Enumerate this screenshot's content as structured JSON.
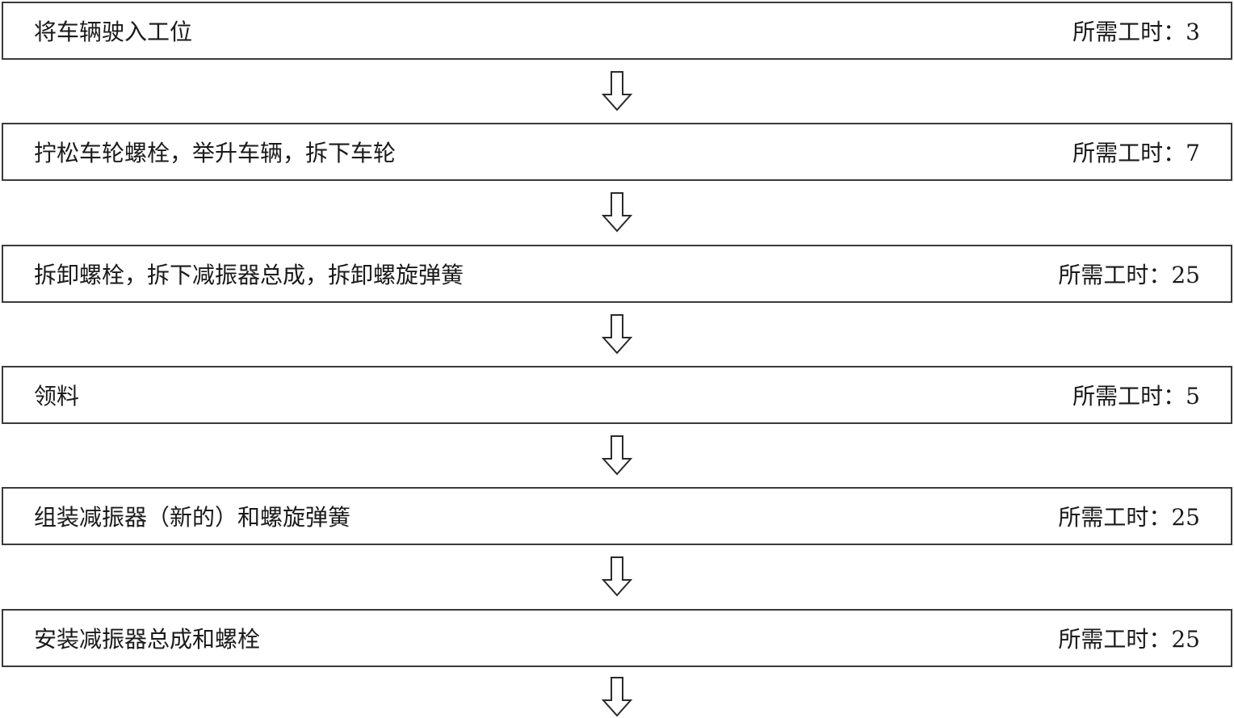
{
  "time_prefix": "所需工时：",
  "steps": [
    {
      "label": "将车辆驶入工位",
      "time": "3"
    },
    {
      "label": "拧松车轮螺栓，举升车辆，拆下车轮",
      "time": "7"
    },
    {
      "label": "拆卸螺栓，拆下减振器总成，拆卸螺旋弹簧",
      "time": "25"
    },
    {
      "label": "领料",
      "time": "5"
    },
    {
      "label": "组装减振器（新的）和螺旋弹簧",
      "time": "25"
    },
    {
      "label": "安装减振器总成和螺栓",
      "time": "25"
    }
  ],
  "arrow_icon": "hollow-down-arrow-icon",
  "colors": {
    "border": "#3a3a3a",
    "text": "#1a1a1a"
  }
}
